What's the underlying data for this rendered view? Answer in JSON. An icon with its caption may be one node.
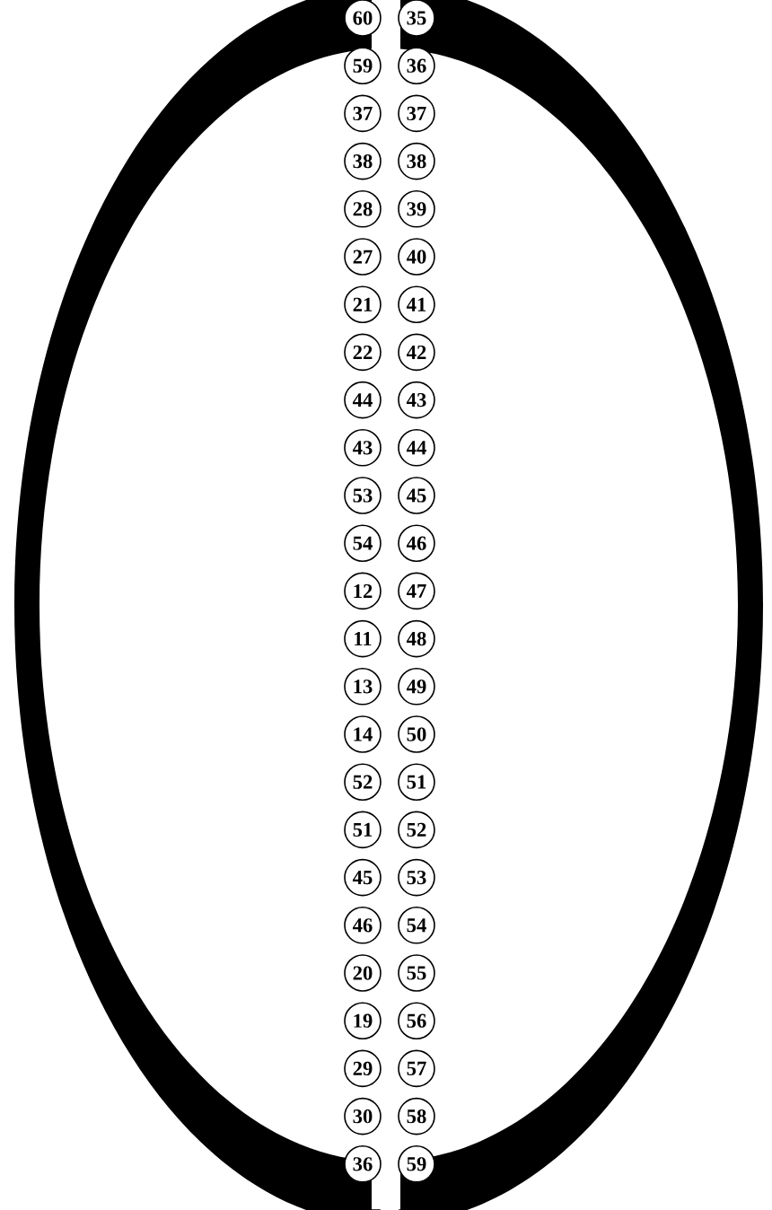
{
  "diagram": {
    "nodes": [
      {
        "text": [
          "60"
        ]
      },
      {
        "text": [
          "35"
        ]
      },
      {
        "text": [
          "59"
        ]
      },
      {
        "text": [
          "36"
        ]
      },
      {
        "text": [
          "37"
        ]
      },
      {
        "text": [
          "37"
        ]
      },
      {
        "text": [
          "38"
        ]
      },
      {
        "text": [
          "38"
        ]
      },
      {
        "text": [
          "28"
        ]
      },
      {
        "text": [
          "39"
        ]
      },
      {
        "text": [
          "27"
        ]
      },
      {
        "text": [
          "40"
        ]
      },
      {
        "text": [
          "21"
        ]
      },
      {
        "text": [
          "41"
        ]
      },
      {
        "text": [
          "22"
        ]
      },
      {
        "text": [
          "42"
        ]
      },
      {
        "text": [
          "44"
        ]
      },
      {
        "text": [
          "43"
        ]
      },
      {
        "text": [
          "43"
        ]
      },
      {
        "text": [
          "44"
        ]
      },
      {
        "text": [
          "53"
        ]
      },
      {
        "text": [
          "45"
        ]
      },
      {
        "text": [
          "54"
        ]
      },
      {
        "text": [
          "46"
        ]
      },
      {
        "text": [
          "12"
        ]
      },
      {
        "text": [
          "47"
        ]
      },
      {
        "text": [
          "11"
        ]
      },
      {
        "text": [
          "48"
        ]
      },
      {
        "text": [
          "13"
        ]
      },
      {
        "text": [
          "49"
        ]
      },
      {
        "text": [
          "14"
        ]
      },
      {
        "text": [
          "50"
        ]
      },
      {
        "text": [
          "52"
        ]
      },
      {
        "text": [
          "51"
        ]
      },
      {
        "text": [
          "51"
        ]
      },
      {
        "text": [
          "52"
        ]
      },
      {
        "text": [
          "45"
        ]
      },
      {
        "text": [
          "53"
        ]
      },
      {
        "text": [
          "46"
        ]
      },
      {
        "text": [
          "54"
        ]
      },
      {
        "text": [
          "20"
        ]
      },
      {
        "text": [
          "55"
        ]
      },
      {
        "text": [
          "19"
        ]
      },
      {
        "text": [
          "56"
        ]
      },
      {
        "text": [
          "29"
        ]
      },
      {
        "text": [
          "57"
        ]
      },
      {
        "text": [
          "30"
        ]
      },
      {
        "text": [
          "58"
        ]
      },
      {
        "text": [
          "36"
        ]
      },
      {
        "text": [
          "59"
        ]
      }
    ]
  }
}
